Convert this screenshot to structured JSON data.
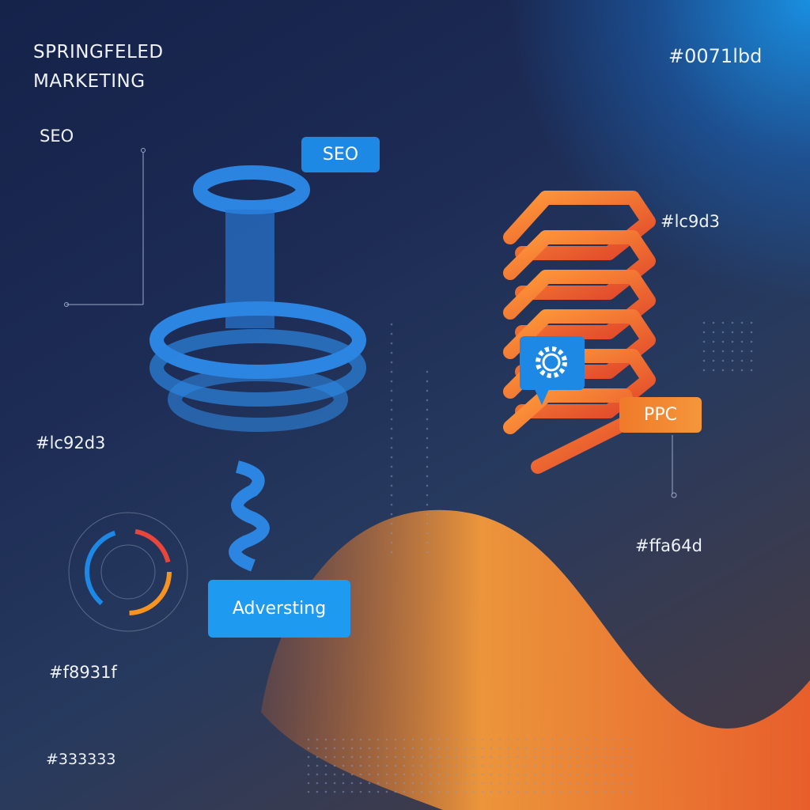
{
  "title_line1": "SPRINGFELED",
  "title_line2": "MARKETING",
  "side_label": "SEO",
  "tags": {
    "seo": "SEO",
    "ppc": "PPC",
    "advertising": "Adversting"
  },
  "color_labels": [
    "#0071lbd",
    "#lc9d3",
    "#lc92d3",
    "#ffa64d",
    "#f8931f",
    "#333333"
  ],
  "colors": {
    "blue": "#1e88e5",
    "orange": "#f5782a"
  }
}
